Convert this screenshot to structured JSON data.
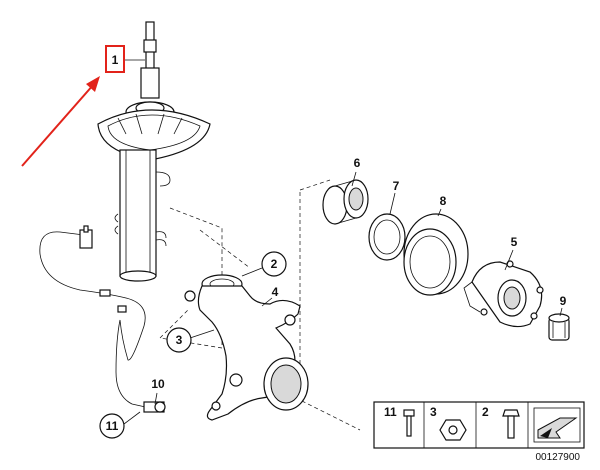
{
  "callouts": {
    "strut": "1",
    "nut_top": "2",
    "nut_box": "3",
    "knuckle": "4",
    "hub": "5",
    "bearing": "6",
    "circlip": "7",
    "shield": "8",
    "hub_nut": "9",
    "sensor": "10",
    "screw": "11"
  },
  "legend": {
    "items": [
      {
        "num": "11",
        "icon": "screw-icon"
      },
      {
        "num": "3",
        "icon": "nut-icon"
      },
      {
        "num": "2",
        "icon": "bolt-icon"
      },
      {
        "num": "",
        "icon": "arrow-plate-icon"
      }
    ],
    "catalog_number": "00127900"
  },
  "colors": {
    "highlight": "#e2231a",
    "ink": "#111111"
  }
}
